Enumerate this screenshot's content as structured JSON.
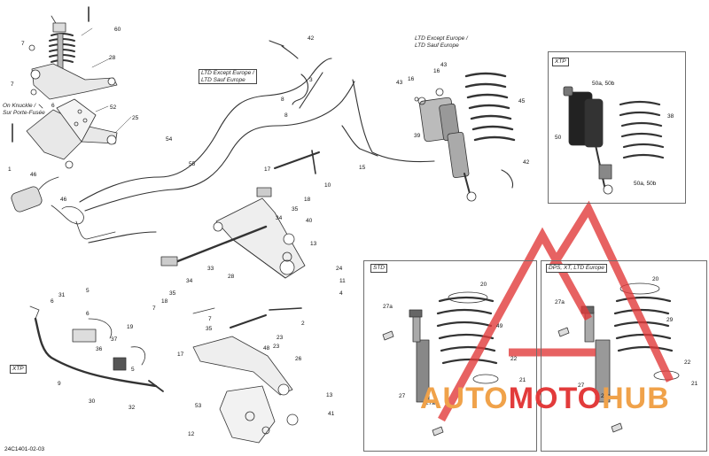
{
  "diagram": {
    "reference_code": "24C1401-02-03",
    "panels": {
      "xtp_top": "XTP",
      "std": "STD",
      "dps": "DPS, XT, LTD Europe",
      "xtp_bottom": "XTP"
    },
    "notes": {
      "ltd_mid": "LTD Except Europe /\nLTD Sauf Europe",
      "ltd_top": "LTD Except Europe /\nLTD Sauf Europe",
      "knuckle": "On Knuckle /\nSur Porte-Fusée"
    },
    "callouts": [
      "7",
      "60",
      "28",
      "7",
      "6",
      "52",
      "25",
      "1",
      "46",
      "46",
      "54",
      "55",
      "42",
      "3",
      "8",
      "8",
      "16",
      "43",
      "43",
      "16",
      "45",
      "39",
      "15",
      "42",
      "17",
      "18",
      "10",
      "34",
      "35",
      "40",
      "13",
      "33",
      "34",
      "24",
      "11",
      "4",
      "28",
      "7",
      "18",
      "35",
      "5",
      "31",
      "6",
      "6",
      "19",
      "37",
      "36",
      "5",
      "9",
      "30",
      "32",
      "2",
      "23",
      "23",
      "48",
      "26",
      "13",
      "41",
      "53",
      "12",
      "7",
      "35",
      "27a",
      "27a",
      "27",
      "49",
      "20",
      "22",
      "21",
      "27a",
      "27a",
      "27",
      "29",
      "20",
      "22",
      "21",
      "50a, 50b",
      "50",
      "38",
      "50a, 50b",
      "17"
    ],
    "watermark": {
      "part1": "AUTO",
      "part2": "MOTO",
      "part3": "HUB"
    },
    "colors": {
      "watermark_red": "#e23b3b",
      "watermark_orange": "#f0a24a",
      "line": "#333333",
      "frame": "#6d6d6d"
    }
  }
}
